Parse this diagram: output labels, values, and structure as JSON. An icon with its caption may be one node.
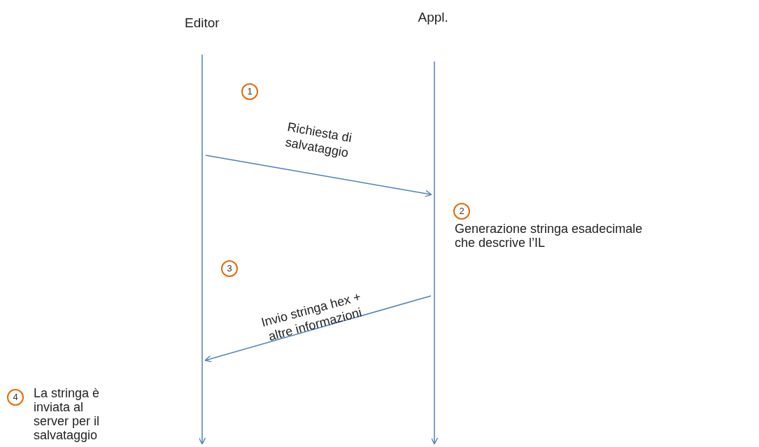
{
  "diagram": {
    "nodes": [
      {
        "text": [
          "Editor"
        ]
      },
      {
        "text": [
          "Appl."
        ]
      },
      {
        "text": [],
        "shape": "line"
      },
      {
        "text": [],
        "shape": "line"
      }
    ],
    "edges": [
      {
        "from": 2,
        "to": 3,
        "arrow": "to",
        "label": "Richiesta di salvataggio"
      },
      {
        "from": 3,
        "to": 2,
        "arrow": "to",
        "label": "Invio stringa hex + altre informazioni"
      }
    ],
    "labels": [
      "1",
      "2",
      "Generazione stringa esadecimale che descrive l’IL",
      "3",
      "4",
      "La stringa è inviata al server per il salvataggio"
    ]
  }
}
